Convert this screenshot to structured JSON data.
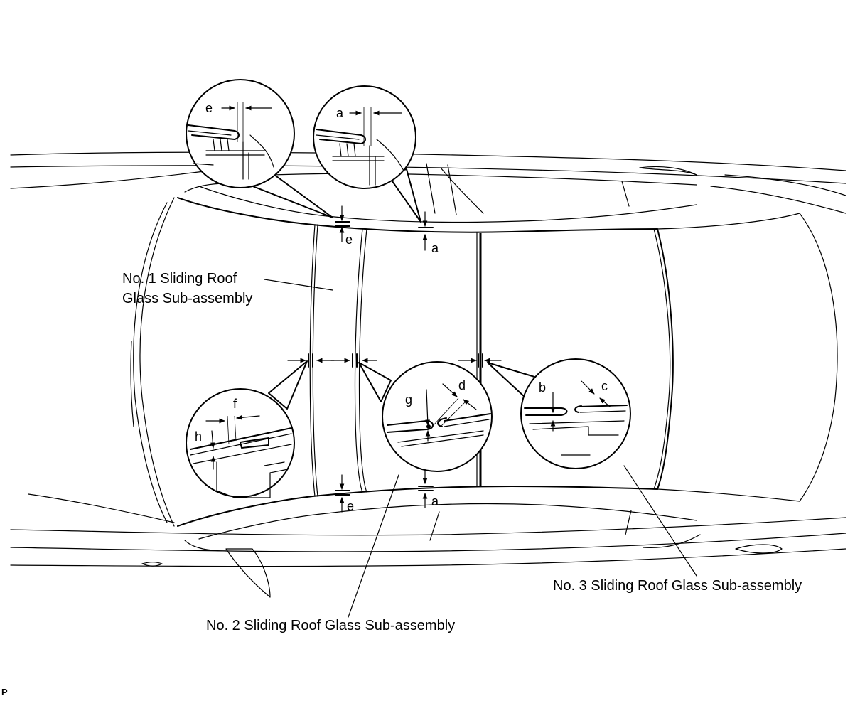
{
  "labels": {
    "no1_line1": "No. 1 Sliding Roof",
    "no1_line2": "Glass Sub-assembly",
    "no2": "No. 2 Sliding Roof Glass Sub-assembly",
    "no3": "No. 3 Sliding Roof Glass Sub-assembly"
  },
  "dimensions": {
    "a": "a",
    "b": "b",
    "c": "c",
    "d": "d",
    "e": "e",
    "f": "f",
    "g": "g",
    "h": "h"
  },
  "corner_mark": "P"
}
